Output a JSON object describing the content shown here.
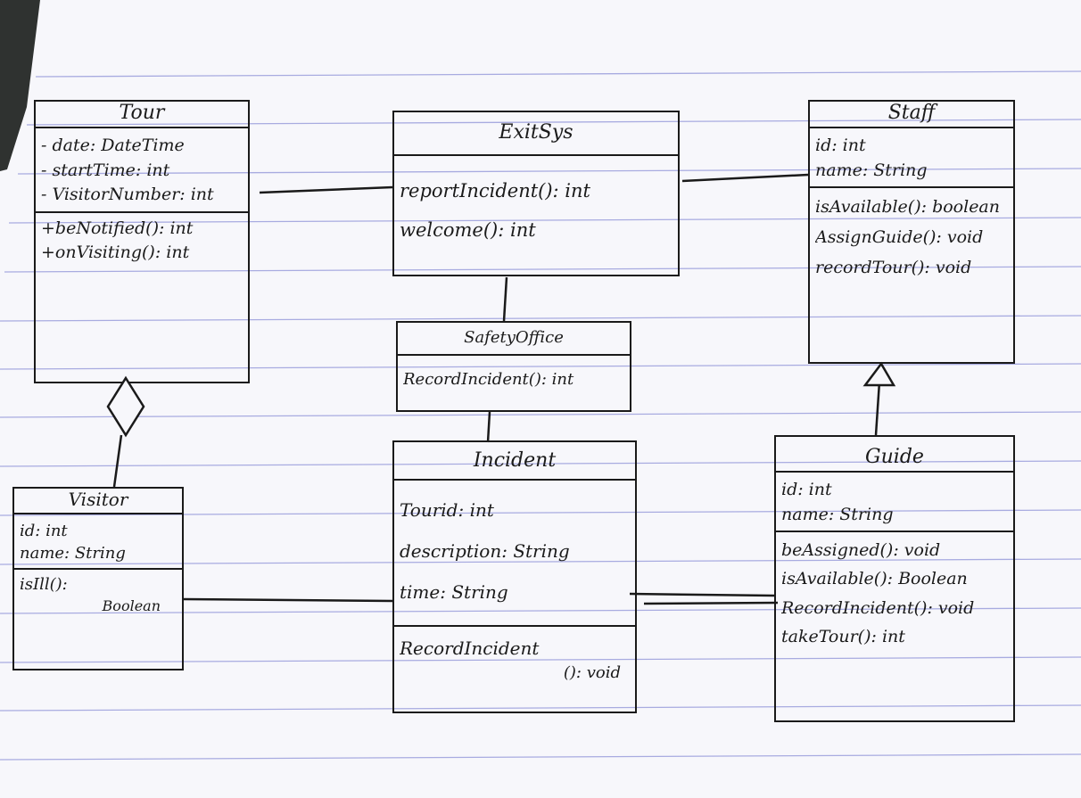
{
  "classes": {
    "tour": {
      "name": "Tour",
      "attributes": [
        "- date: DateTime",
        "- startTime: int",
        "- VisitorNumber: int"
      ],
      "methods": [
        "+beNotified(): int",
        "+onVisiting(): int"
      ]
    },
    "exitsys": {
      "name": "ExitSys",
      "attributes": [],
      "methods": [
        "reportIncident(): int",
        "welcome(): int"
      ]
    },
    "staff": {
      "name": "Staff",
      "attributes": [
        "id: int",
        "name: String"
      ],
      "methods": [
        "isAvailable(): boolean",
        "AssignGuide(): void",
        "recordTour(): void"
      ]
    },
    "safetyoffice": {
      "name": "SafetyOffice",
      "methods": [
        "RecordIncident(): int"
      ]
    },
    "incident": {
      "name": "Incident",
      "attributes": [
        "Tourid: int",
        "description: String",
        "time: String"
      ],
      "methods": [
        "RecordIncident",
        "(): void"
      ]
    },
    "visitor": {
      "name": "Visitor",
      "attributes": [
        "id: int",
        "name: String"
      ],
      "methods": [
        "isIll():",
        "Boolean"
      ]
    },
    "guide": {
      "name": "Guide",
      "attributes": [
        "id: int",
        "name: String"
      ],
      "methods": [
        "beAssigned(): void",
        "isAvailable(): Boolean",
        "RecordIncident(): void",
        "takeTour(): int"
      ]
    }
  }
}
